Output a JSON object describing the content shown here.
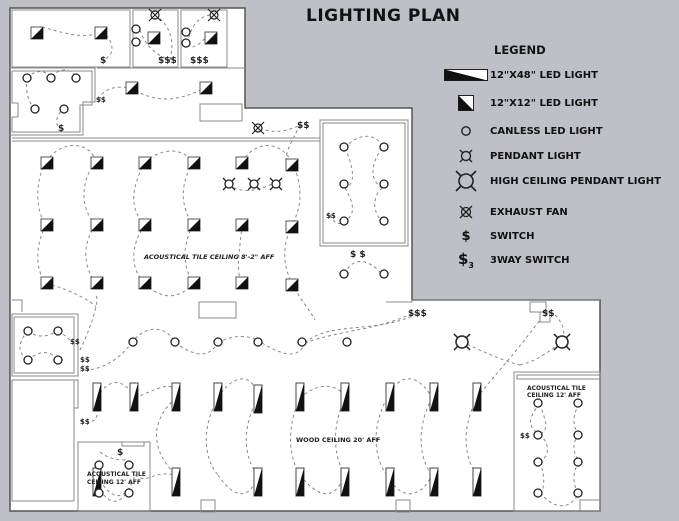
{
  "title": "LIGHTING PLAN",
  "legend": {
    "title": "LEGEND",
    "items": [
      {
        "symbol": "led-12x48-icon",
        "label": "12\"X48\" LED LIGHT"
      },
      {
        "symbol": "led-12x12-icon",
        "label": "12\"X12\" LED LIGHT"
      },
      {
        "symbol": "canless-led-icon",
        "label": "CANLESS LED LIGHT"
      },
      {
        "symbol": "pendant-light-icon",
        "label": "PENDANT LIGHT"
      },
      {
        "symbol": "high-ceiling-pendant-icon",
        "label": "HIGH CEILING PENDANT LIGHT"
      },
      {
        "symbol": "exhaust-fan-icon",
        "label": "EXHAUST FAN"
      },
      {
        "symbol": "switch-icon",
        "label": "SWITCH"
      },
      {
        "symbol": "3way-switch-icon",
        "label": "3WAY SWITCH"
      }
    ]
  },
  "annotations": {
    "office_ceiling": "ACOUSTICAL TILE CEILING 8'-2\" AFF",
    "wood_ceiling": "WOOD CEILING 20' AFF",
    "right_room_line1": "ACOUSTICAL TILE",
    "right_room_line2": "CEILING 12' AFF",
    "left_room_line1": "ACOUSTICAL TILE",
    "left_room_line2": "CEILING 12' AFF"
  },
  "colors": {
    "background": "#bfbfc7",
    "floor": "#ffffff",
    "wall": "#777777",
    "symbol": "#111111",
    "circuit": "#777777"
  }
}
